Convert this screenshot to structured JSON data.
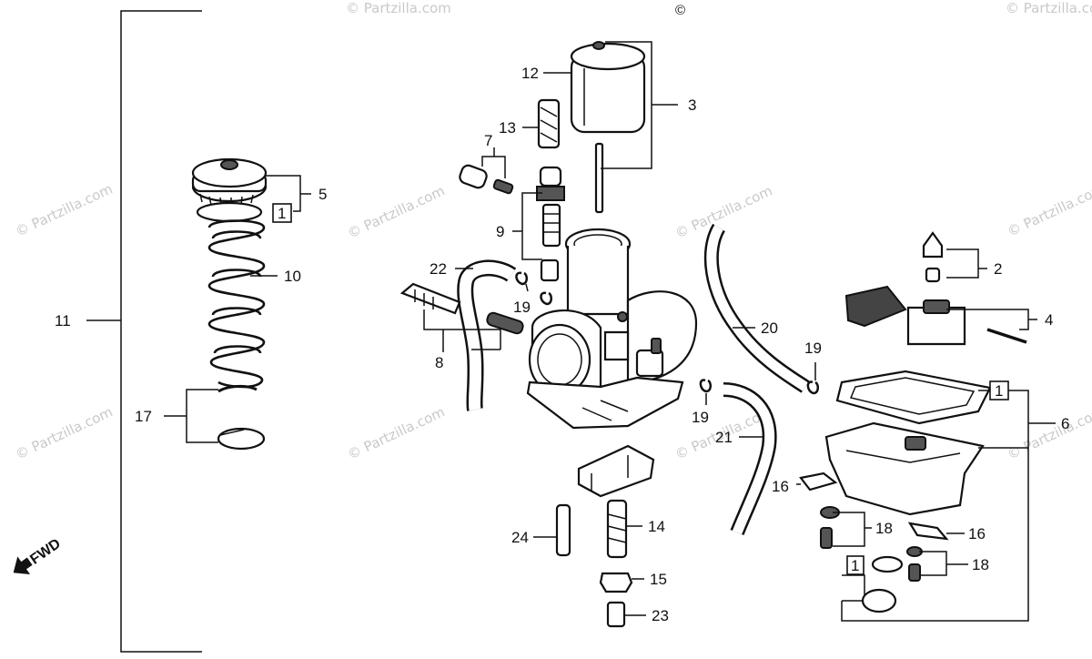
{
  "copyright": "©",
  "watermark": "© Partzilla.com",
  "fwd_label": "FWD",
  "callouts": {
    "c1": "1",
    "c2": "2",
    "c3": "3",
    "c4": "4",
    "c5": "5",
    "c6": "6",
    "c7": "7",
    "c8": "8",
    "c9": "9",
    "c10": "10",
    "c11": "11",
    "c12": "12",
    "c13": "13",
    "c14": "14",
    "c15": "15",
    "c16": "16",
    "c17": "17",
    "c18": "18",
    "c19": "19",
    "c20": "20",
    "c21": "21",
    "c22": "22",
    "c23": "23",
    "c24": "24"
  }
}
